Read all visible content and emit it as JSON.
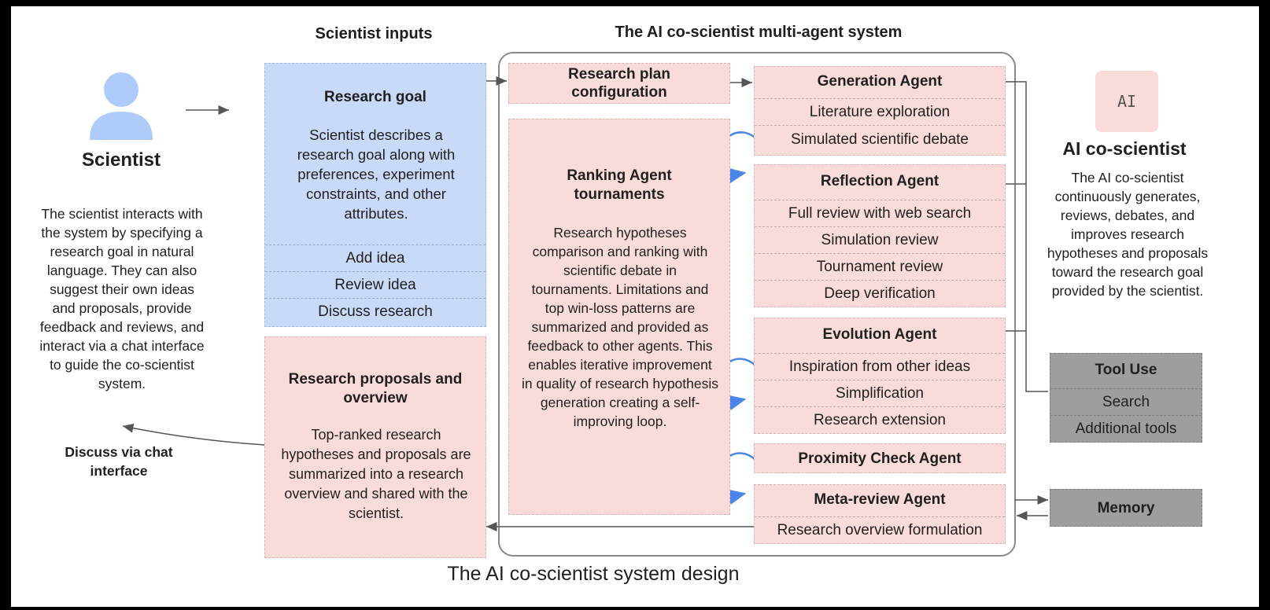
{
  "headers": {
    "scientist_inputs": "Scientist inputs",
    "system": "The AI co-scientist multi-agent system"
  },
  "scientist": {
    "title": "Scientist",
    "description": "The scientist interacts with the system by specifying a research goal in natural language. They can also suggest their own ideas and proposals, provide feedback and reviews, and interact via a chat interface to guide the co-scientist system.",
    "chat_label": "Discuss via chat interface"
  },
  "research_goal": {
    "title": "Research goal",
    "description": "Scientist describes a research goal along with preferences, experiment constraints, and other attributes.",
    "items": [
      "Add idea",
      "Review idea",
      "Discuss research"
    ]
  },
  "proposals": {
    "title": "Research proposals and overview",
    "description": "Top-ranked research hypotheses and proposals are summarized into a research overview and shared with the scientist."
  },
  "plan_config": {
    "title": "Research plan configuration"
  },
  "ranking": {
    "title": "Ranking Agent tournaments",
    "description": "Research hypotheses comparison and ranking with scientific debate in tournaments. Limitations and top win-loss patterns are summarized and provided as feedback to other agents. This enables iterative improvement in quality of research hypothesis generation creating a self-improving  loop."
  },
  "generation": {
    "title": "Generation Agent",
    "items": [
      "Literature exploration",
      "Simulated scientific debate"
    ]
  },
  "reflection": {
    "title": "Reflection Agent",
    "items": [
      "Full review with web search",
      "Simulation review",
      "Tournament review",
      "Deep verification"
    ]
  },
  "evolution": {
    "title": "Evolution Agent",
    "items": [
      "Inspiration from other ideas",
      "Simplification",
      "Research extension"
    ]
  },
  "proximity": {
    "title": "Proximity Check Agent"
  },
  "meta_review": {
    "title": "Meta-review Agent",
    "items": [
      "Research overview formulation"
    ]
  },
  "ai": {
    "icon_text": "AI",
    "title": "AI co-scientist",
    "description": "The AI co-scientist continuously generates, reviews, debates, and improves research hypotheses and proposals toward the research goal provided by the scientist."
  },
  "tool_use": {
    "title": "Tool Use",
    "items": [
      "Search",
      "Additional tools"
    ]
  },
  "memory": {
    "title": "Memory"
  },
  "caption": "The AI co-scientist system design",
  "colors": {
    "blue_box": "#c9daf8",
    "pink_box": "#f9dcda",
    "gray_box": "#9e9e9e",
    "loop_arrow": "#4a86e8",
    "person_icon": "#aecbfa"
  }
}
